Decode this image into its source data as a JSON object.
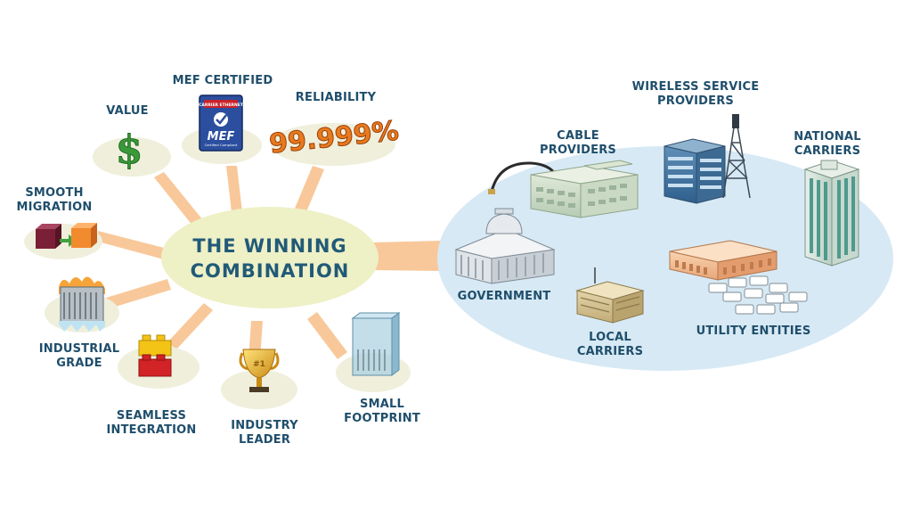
{
  "hub": {
    "line1": "THE WINNING",
    "line2": "COMBINATION"
  },
  "benefits": {
    "value": "VALUE",
    "mef_certified": "MEF CERTIFIED",
    "reliability": "RELIABILITY",
    "reliability_figure": "99.999%",
    "smooth_migration": [
      "SMOOTH",
      "MIGRATION"
    ],
    "industrial_grade": [
      "INDUSTRIAL",
      "GRADE"
    ],
    "seamless_integration": [
      "SEAMLESS",
      "INTEGRATION"
    ],
    "industry_leader": [
      "INDUSTRY",
      "LEADER"
    ],
    "small_footprint": [
      "SMALL",
      "FOOTPRINT"
    ]
  },
  "badge": {
    "top": "CARRIER ETHERNET",
    "mark": "MEF",
    "bottom": "Certified Compliant"
  },
  "trophy_mark": "#1",
  "dollar_mark": "$",
  "markets": {
    "cable_providers": [
      "CABLE",
      "PROVIDERS"
    ],
    "wireless_service_providers": [
      "WIRELESS SERVICE",
      "PROVIDERS"
    ],
    "national_carriers": [
      "NATIONAL",
      "CARRIERS"
    ],
    "government": "GOVERNMENT",
    "local_carriers": [
      "LOCAL",
      "CARRIERS"
    ],
    "utility_entities": "UTILITY ENTITIES"
  },
  "colors": {
    "spoke": "#f8c89a",
    "hub_fill": "#eef0c6",
    "satellite_fill": "#efefdc",
    "market_fill": "#d7e9f4",
    "label": "#1f4e6b"
  }
}
